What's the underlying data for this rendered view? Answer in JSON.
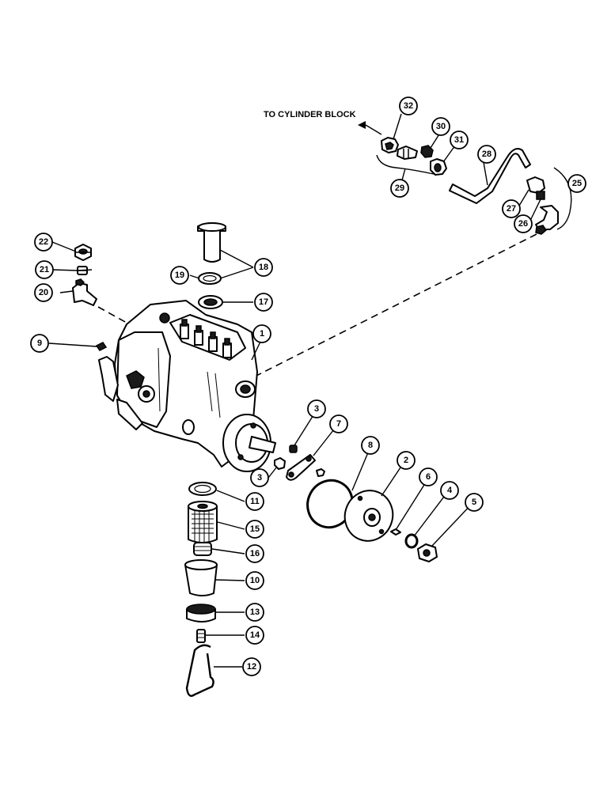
{
  "annotation": {
    "to_cylinder_block": "TO CYLINDER BLOCK"
  },
  "callouts": [
    {
      "id": "c1",
      "label": "1"
    },
    {
      "id": "c2",
      "label": "2"
    },
    {
      "id": "c3a",
      "label": "3"
    },
    {
      "id": "c3b",
      "label": "3"
    },
    {
      "id": "c4",
      "label": "4"
    },
    {
      "id": "c5",
      "label": "5"
    },
    {
      "id": "c6",
      "label": "6"
    },
    {
      "id": "c7",
      "label": "7"
    },
    {
      "id": "c8",
      "label": "8"
    },
    {
      "id": "c9",
      "label": "9"
    },
    {
      "id": "c10",
      "label": "10"
    },
    {
      "id": "c11",
      "label": "11"
    },
    {
      "id": "c12",
      "label": "12"
    },
    {
      "id": "c13",
      "label": "13"
    },
    {
      "id": "c14",
      "label": "14"
    },
    {
      "id": "c15",
      "label": "15"
    },
    {
      "id": "c16",
      "label": "16"
    },
    {
      "id": "c17",
      "label": "17"
    },
    {
      "id": "c18",
      "label": "18"
    },
    {
      "id": "c19",
      "label": "19"
    },
    {
      "id": "c20",
      "label": "20"
    },
    {
      "id": "c21",
      "label": "21"
    },
    {
      "id": "c22",
      "label": "22"
    },
    {
      "id": "c25",
      "label": "25"
    },
    {
      "id": "c26",
      "label": "26"
    },
    {
      "id": "c27",
      "label": "27"
    },
    {
      "id": "c28",
      "label": "28"
    },
    {
      "id": "c29",
      "label": "29"
    },
    {
      "id": "c30",
      "label": "30"
    },
    {
      "id": "c31",
      "label": "31"
    },
    {
      "id": "c32",
      "label": "32"
    }
  ]
}
